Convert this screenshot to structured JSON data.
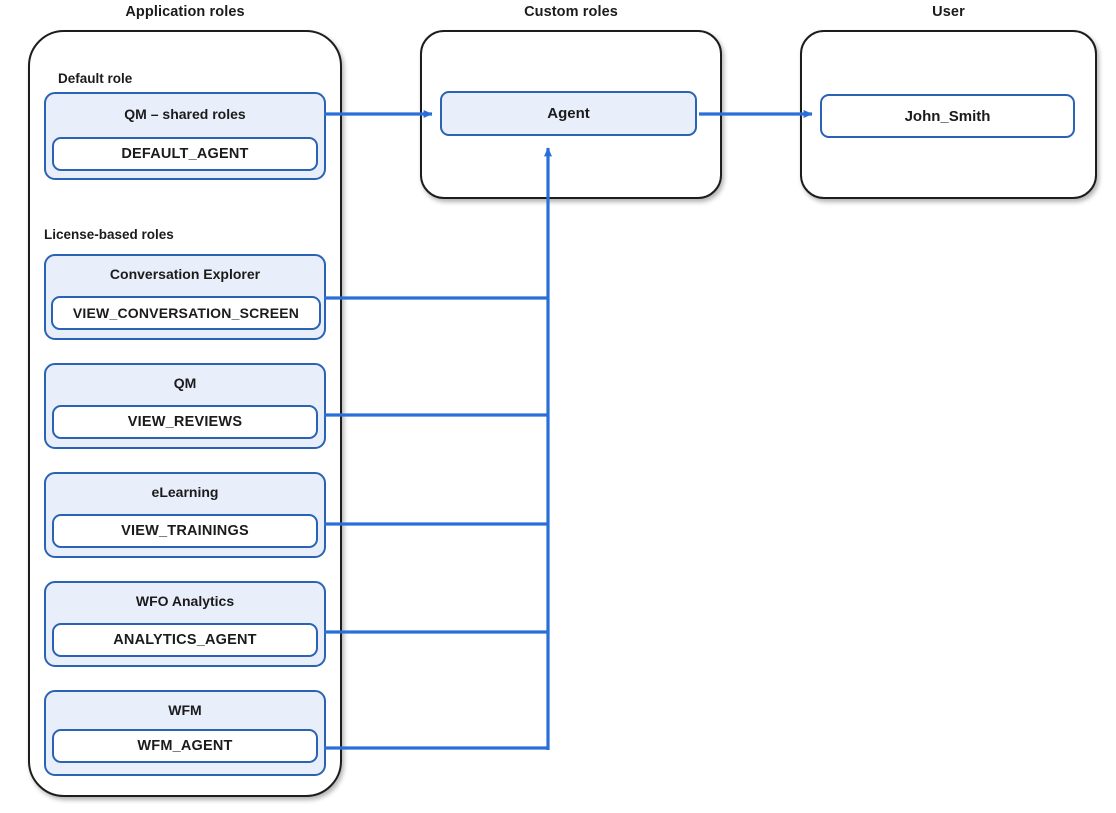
{
  "columns": [
    {
      "id": "application-roles",
      "title": "Application roles"
    },
    {
      "id": "custom-roles",
      "title": "Custom roles"
    },
    {
      "id": "user",
      "title": "User"
    }
  ],
  "colors": {
    "accent_blue": "#2a63b4",
    "connector_blue": "#2a6fd8",
    "card_fill": "#e9eefb",
    "container_border": "#1d1d1d",
    "text": "#1b1b1b",
    "white": "#ffffff"
  },
  "application_roles": {
    "sections": [
      {
        "id": "default-role",
        "label": "Default role",
        "cards": [
          {
            "id": "qm-shared-roles",
            "title": "QM – shared roles",
            "permission": "DEFAULT_AGENT"
          }
        ]
      },
      {
        "id": "license-based-roles",
        "label": "License-based roles",
        "cards": [
          {
            "id": "conversation-explorer",
            "title": "Conversation Explorer",
            "permission": "VIEW_CONVERSATION_SCREEN"
          },
          {
            "id": "qm",
            "title": "QM",
            "permission": "VIEW_REVIEWS"
          },
          {
            "id": "elearning",
            "title": "eLearning",
            "permission": "VIEW_TRAININGS"
          },
          {
            "id": "wfo-analytics",
            "title": "WFO Analytics",
            "permission": "ANALYTICS_AGENT"
          },
          {
            "id": "wfm",
            "title": "WFM",
            "permission": "WFM_AGENT"
          }
        ]
      }
    ]
  },
  "custom_roles": {
    "nodes": [
      {
        "id": "agent",
        "label": "Agent",
        "fill": "light-blue"
      }
    ]
  },
  "user": {
    "nodes": [
      {
        "id": "john-smith",
        "label": "John_Smith",
        "fill": "white"
      }
    ]
  },
  "connections": [
    {
      "from": "qm-shared-roles",
      "to": "agent",
      "style": "arrow-right"
    },
    {
      "from": "conversation-explorer",
      "to": "agent",
      "style": "elbow-up"
    },
    {
      "from": "qm",
      "to": "agent",
      "style": "elbow-up"
    },
    {
      "from": "elearning",
      "to": "agent",
      "style": "elbow-up"
    },
    {
      "from": "wfo-analytics",
      "to": "agent",
      "style": "elbow-up"
    },
    {
      "from": "wfm",
      "to": "agent",
      "style": "elbow-up"
    },
    {
      "from": "agent",
      "to": "john-smith",
      "style": "arrow-right"
    }
  ]
}
